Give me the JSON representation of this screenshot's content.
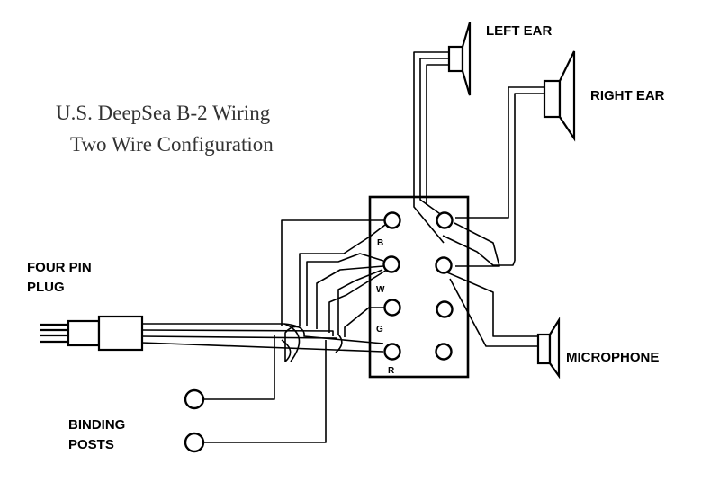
{
  "title": {
    "line1": "U.S.  DeepSea B-2 Wiring",
    "line2": "Two Wire Configuration"
  },
  "labels": {
    "left_ear": "LEFT EAR",
    "right_ear": "RIGHT EAR",
    "microphone": "MICROPHONE",
    "four_pin_plug_line1": "FOUR PIN",
    "four_pin_plug_line2": "PLUG",
    "binding_posts_line1": "BINDING",
    "binding_posts_line2": "POSTS"
  },
  "terminal_letters": {
    "b": "B",
    "w": "W",
    "g": "G",
    "r": "R"
  },
  "icons": [
    "speaker-icon",
    "plug-icon",
    "binding-post-icon"
  ],
  "colors": {
    "ink": "#000000",
    "title": "#333333",
    "background": "#ffffff"
  }
}
